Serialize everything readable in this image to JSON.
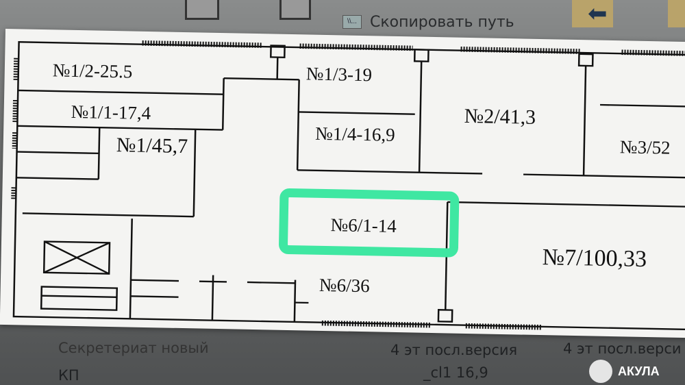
{
  "toolbar": {
    "copy_path_label": "Скопировать путь",
    "copy_path_icon_text": "\\\\..."
  },
  "plan": {
    "rooms": [
      {
        "label": "№1/2-25.5"
      },
      {
        "label": "№1/1-17,4"
      },
      {
        "label": "№1/45,7"
      },
      {
        "label": "№1/3-19"
      },
      {
        "label": "№1/4-16,9"
      },
      {
        "label": "№2/41,3"
      },
      {
        "label": "№3/52"
      },
      {
        "label": "№6/1-14"
      },
      {
        "label": "№6/36"
      },
      {
        "label": "№7/100,33"
      }
    ],
    "highlight_color": "#3fe7a2"
  },
  "explorer": {
    "items": [
      {
        "label": "Секретериат новый"
      },
      {
        "label": "КП"
      },
      {
        "label": "4 эт посл.версия"
      },
      {
        "label": "_cl1 16,9"
      },
      {
        "label": "4 эт посл.верси"
      }
    ]
  },
  "watermark": {
    "text": "АКУЛА"
  }
}
